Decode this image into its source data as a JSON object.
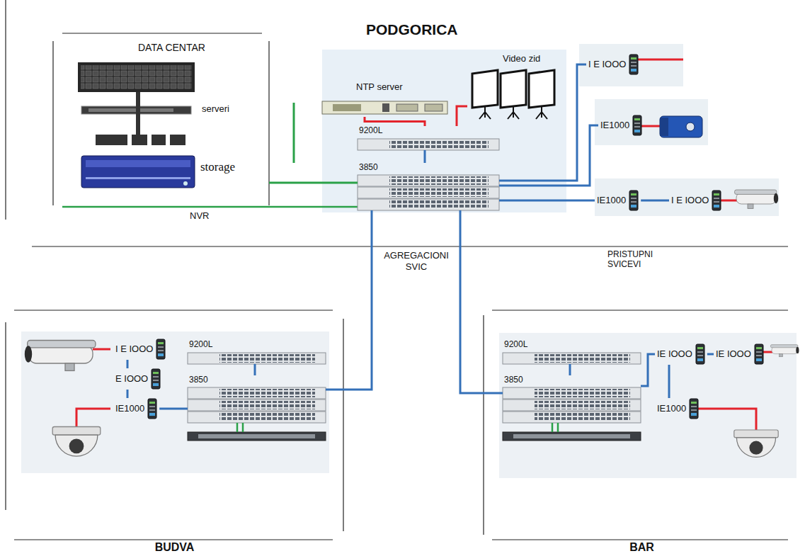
{
  "diagram": {
    "nodes": [
      {
        "text": [
          "PODGORICA"
        ]
      },
      {
        "text": [
          "DATA CENTAR"
        ]
      },
      {
        "text": [
          "serveri"
        ],
        "in": 1
      },
      {
        "text": [
          "storage"
        ],
        "in": 1
      },
      {
        "text": [
          "NTP server"
        ],
        "in": 0
      },
      {
        "text": [
          "Video zid"
        ],
        "in": 0
      },
      {
        "text": [
          "9200L"
        ],
        "in": 0
      },
      {
        "text": [
          "3850"
        ],
        "in": 0
      },
      {
        "text": [
          "I E IOOO"
        ]
      },
      {
        "text": [
          "IE1000"
        ]
      },
      {
        "text": [
          "IE1000"
        ]
      },
      {
        "text": [
          "I E IOOO"
        ]
      },
      {
        "text": [
          "BUDVA"
        ]
      },
      {
        "text": [
          "9200L"
        ],
        "in": 12
      },
      {
        "text": [
          "3850"
        ],
        "in": 12
      },
      {
        "text": [
          "I E IOOO"
        ],
        "in": 12
      },
      {
        "text": [
          "E IOOO"
        ],
        "in": 12
      },
      {
        "text": [
          "IE1000"
        ],
        "in": 12
      },
      {
        "text": [
          "BAR"
        ]
      },
      {
        "text": [
          "9200L"
        ],
        "in": 18
      },
      {
        "text": [
          "3850"
        ],
        "in": 18
      },
      {
        "text": [
          "IE IOOO"
        ],
        "in": 18
      },
      {
        "text": [
          "IE IOOO"
        ],
        "in": 18
      },
      {
        "text": [
          "IE1000"
        ],
        "in": 18
      }
    ],
    "edges": [
      {
        "from": 4,
        "to": 6,
        "arrow": "none"
      },
      {
        "from": 6,
        "to": 5,
        "arrow": "none"
      },
      {
        "from": 6,
        "to": 7,
        "arrow": "none"
      },
      {
        "from": 1,
        "to": 7,
        "arrow": "none"
      },
      {
        "from": 7,
        "to": 8,
        "arrow": "none"
      },
      {
        "from": 7,
        "to": 9,
        "arrow": "none"
      },
      {
        "from": 7,
        "to": 10,
        "arrow": "none"
      },
      {
        "from": 10,
        "to": 11,
        "arrow": "none"
      },
      {
        "from": 7,
        "to": 14,
        "arrow": "none"
      },
      {
        "from": 7,
        "to": 20,
        "arrow": "none"
      },
      {
        "from": 13,
        "to": 14,
        "arrow": "none"
      },
      {
        "from": 15,
        "to": 16,
        "arrow": "none"
      },
      {
        "from": 16,
        "to": 17,
        "arrow": "none"
      },
      {
        "from": 17,
        "to": 14,
        "arrow": "none"
      },
      {
        "from": 19,
        "to": 20,
        "arrow": "none"
      },
      {
        "from": 20,
        "to": 21,
        "arrow": "none"
      },
      {
        "from": 21,
        "to": 22,
        "arrow": "none"
      },
      {
        "from": 21,
        "to": 23,
        "arrow": "none"
      }
    ],
    "labels": [
      "NVR",
      "AGREGACIONI SVIC",
      "PRISTUPNI SVICEVI"
    ]
  }
}
